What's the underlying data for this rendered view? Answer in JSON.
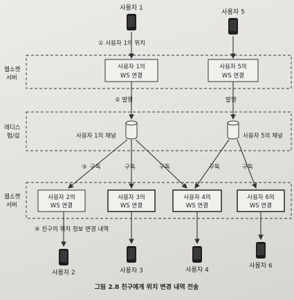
{
  "users_top": {
    "u1": "사용자 1",
    "u5": "사용자 5"
  },
  "users_bottom": {
    "u2": "사용자 2",
    "u3": "사용자 3",
    "u4": "사용자 4",
    "u6": "사용자 6"
  },
  "steps": {
    "s1": "① 사용자 1의 위치",
    "s2": "② 발행",
    "s2b": "발행",
    "s3_num": "③",
    "sub": "구독",
    "s4": "④ 친구의 위치 정보 변경 내역"
  },
  "layers": {
    "ws_top": [
      "웹소켓",
      "서버"
    ],
    "redis": [
      "레디스",
      "펍/섭"
    ],
    "ws_bottom": [
      "웹소켓",
      "서버"
    ]
  },
  "ws_boxes": {
    "b1": [
      "사용자 1의",
      "WS 연결"
    ],
    "b5": [
      "사용자 5의",
      "WS 연결"
    ],
    "b2": [
      "사용자 2의",
      "WS 연결"
    ],
    "b3": [
      "사용자 3의",
      "WS 연결"
    ],
    "b4": [
      "사용자 4의",
      "WS 연결"
    ],
    "b6": [
      "사용자 6의",
      "WS 연결"
    ]
  },
  "channels": {
    "c1": "사용자 1의 채널",
    "c5": "사용자 5의 채널"
  },
  "caption": "그림 2.8 친구에게 위치 변경 내역 전송"
}
